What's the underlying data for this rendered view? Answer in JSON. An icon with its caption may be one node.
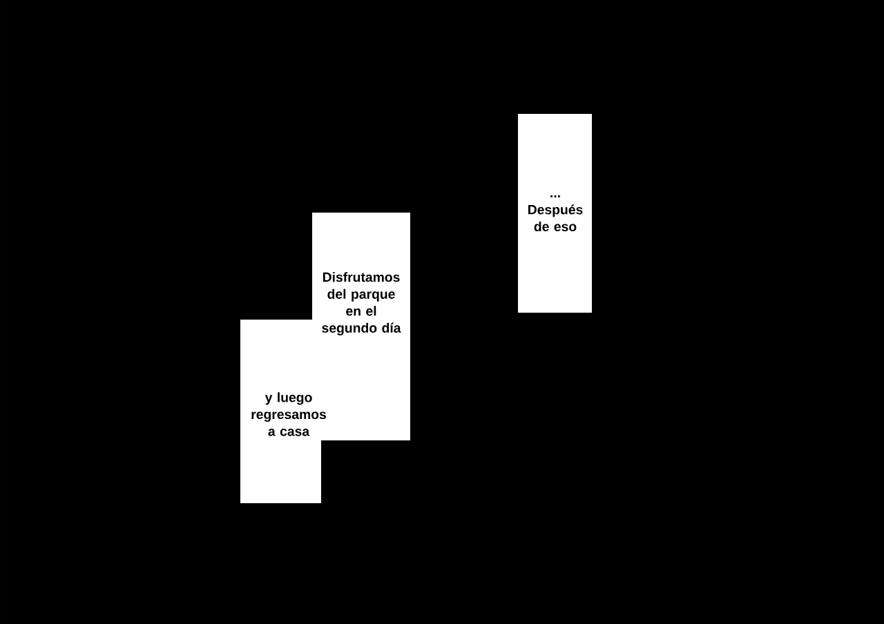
{
  "diagram": {
    "nodes": [
      {
        "text": [
          "Disfrutamos del parque en el segundo día"
        ]
      },
      {
        "text": [
          "y luego regresamos a casa"
        ]
      },
      {
        "text": [
          "... Después de eso"
        ]
      }
    ]
  }
}
